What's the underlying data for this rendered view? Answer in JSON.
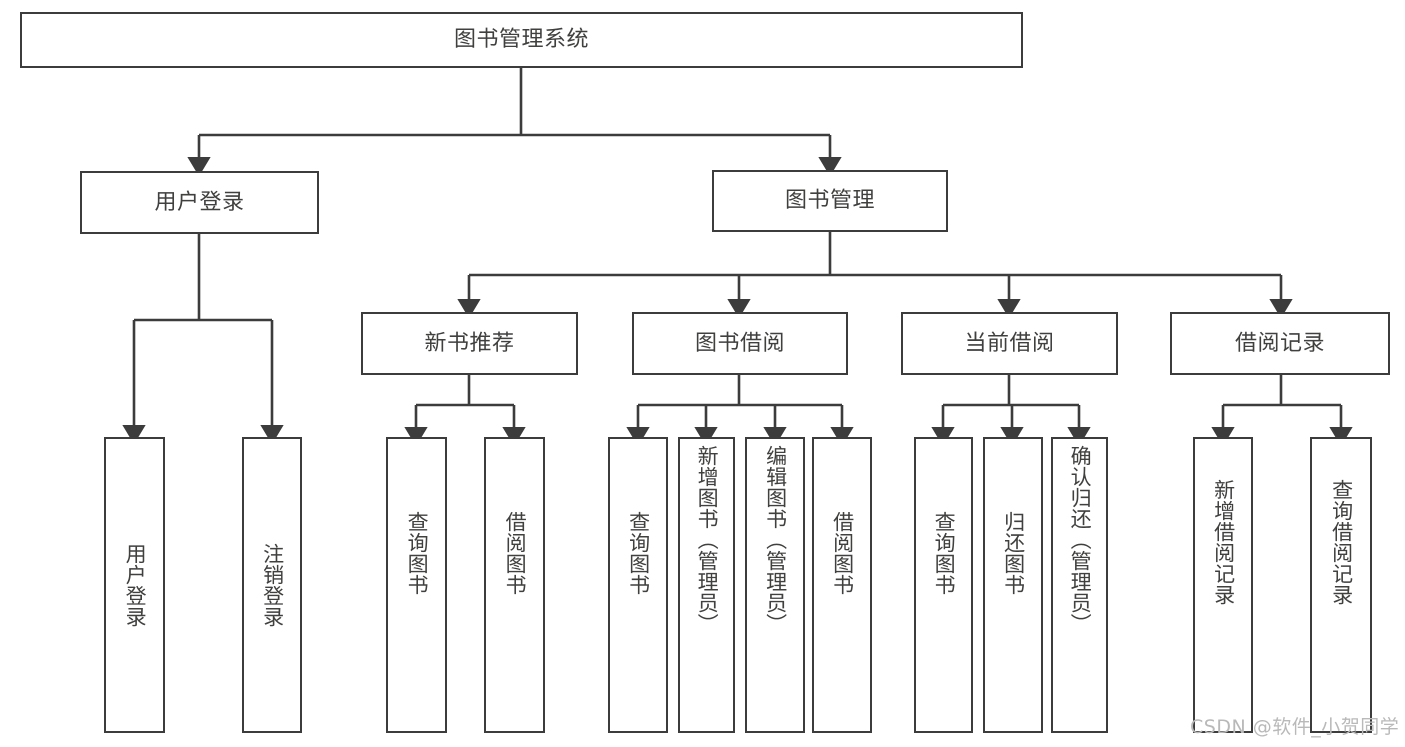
{
  "diagram": {
    "title": "图书管理系统",
    "type": "tree-hierarchy-chart",
    "background_color": "#ffffff",
    "line_color": "#3c3c3c",
    "text_color": "#40403f",
    "root": {
      "label": "图书管理系统"
    },
    "level1": [
      {
        "label": "用户登录"
      },
      {
        "label": "图书管理"
      }
    ],
    "level2": [
      {
        "label": "新书推荐"
      },
      {
        "label": "图书借阅"
      },
      {
        "label": "当前借阅"
      },
      {
        "label": "借阅记录"
      }
    ],
    "leaves": {
      "user_login": [
        {
          "label": "用户登录"
        },
        {
          "label": "注销登录"
        }
      ],
      "new_book_recommend": [
        {
          "label": "查询图书"
        },
        {
          "label": "借阅图书"
        }
      ],
      "book_borrow": [
        {
          "label": "查询图书"
        },
        {
          "label": "新增图书（管理员）"
        },
        {
          "label": "编辑图书（管理员）"
        },
        {
          "label": "借阅图书"
        }
      ],
      "current_borrow": [
        {
          "label": "查询图书"
        },
        {
          "label": "归还图书"
        },
        {
          "label": "确认归还（管理员）"
        }
      ],
      "borrow_record": [
        {
          "label": "新增借阅记录"
        },
        {
          "label": "查询借阅记录"
        }
      ]
    }
  },
  "watermark": {
    "text": "CSDN @软件_小贺同学"
  }
}
